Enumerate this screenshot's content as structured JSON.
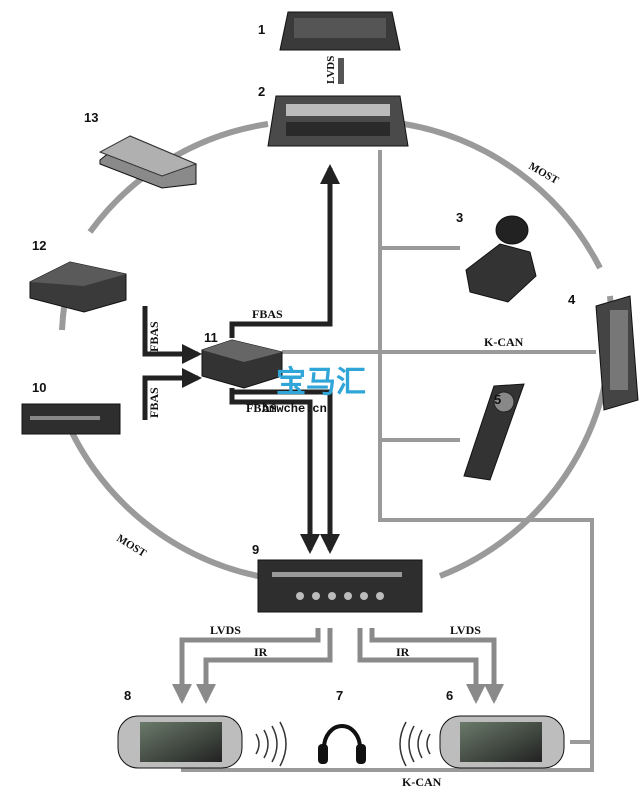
{
  "components": {
    "n1": "1",
    "n2": "2",
    "n3": "3",
    "n4": "4",
    "n5": "5",
    "n6": "6",
    "n7": "7",
    "n8": "8",
    "n9": "9",
    "n10": "10",
    "n11": "11",
    "n12": "12",
    "n13": "13"
  },
  "connections": {
    "lvds_top": "LVDS",
    "most_right": "MOST",
    "most_left": "MOST",
    "k_can_mid": "K-CAN",
    "k_can_bottom": "K-CAN",
    "fbas_to_2": "FBAS",
    "fbas_from_12": "FBAS",
    "fbas_from_10": "FBAS",
    "fbas_to_9": "FBAS",
    "lvds_left": "LVDS",
    "ir_left": "IR",
    "lvds_right": "LVDS",
    "ir_right": "IR"
  },
  "watermark": {
    "logo": "宝马汇",
    "url": "bmwche.cn"
  },
  "colors": {
    "bus_line": "#9a9a9a",
    "signal_arrow": "#222222",
    "watermark": "#2fa5d8"
  }
}
